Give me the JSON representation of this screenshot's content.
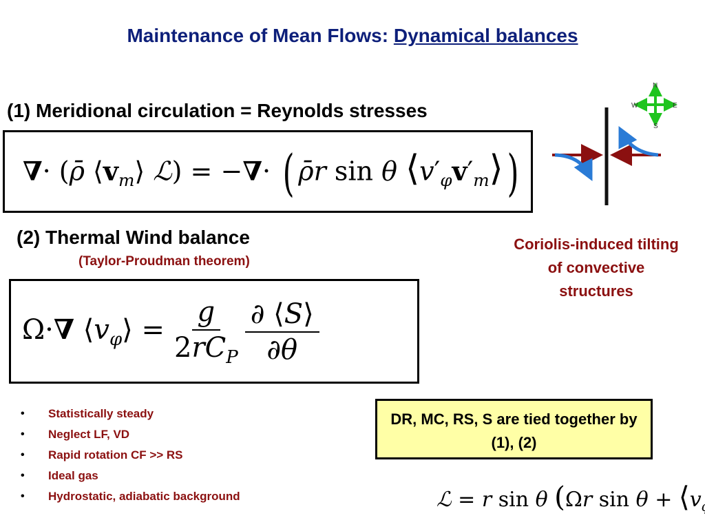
{
  "title": {
    "main": "Maintenance of Mean Flows: ",
    "underlined": "Dynamical balances"
  },
  "section1": {
    "heading": "(1) Meridional circulation = Reynolds stresses"
  },
  "section2": {
    "heading": "(2) Thermal Wind balance",
    "subheading": "(Taylor-Proudman theorem)"
  },
  "diagram": {
    "compass": {
      "north": "N",
      "south": "S",
      "east": "E",
      "west": "W"
    },
    "caption": "Coriolis-induced tilting of convective structures",
    "colors": {
      "arrow_red": "#8b1010",
      "arrow_blue": "#2a7bd6",
      "compass_green": "#1fc41f"
    }
  },
  "assumptions": [
    "Statistically steady",
    "Neglect LF, VD",
    "Rapid rotation CF >> RS",
    "Ideal gas",
    "Hydrostatic, adiabatic background"
  ],
  "summary_box": {
    "text": "DR, MC, RS, S are tied together by (1), (2)"
  },
  "colors": {
    "title": "#0d1f7a",
    "emphasis_red": "#8b1010",
    "summary_bg": "#ffffa6"
  }
}
